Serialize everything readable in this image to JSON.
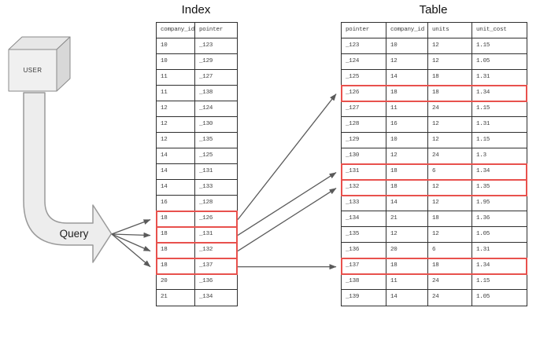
{
  "canvas": {
    "highlight_color": "#e8514d",
    "arrow_color": "#5a5a5a"
  },
  "user": {
    "label": "USER"
  },
  "query": {
    "label": "Query"
  },
  "index_table": {
    "title": "Index",
    "columns": [
      "company_id",
      "pointer"
    ],
    "rows": [
      {
        "cells": [
          "10",
          "_123"
        ],
        "highlight": false
      },
      {
        "cells": [
          "10",
          "_129"
        ],
        "highlight": false
      },
      {
        "cells": [
          "11",
          "_127"
        ],
        "highlight": false
      },
      {
        "cells": [
          "11",
          "_138"
        ],
        "highlight": false
      },
      {
        "cells": [
          "12",
          "_124"
        ],
        "highlight": false
      },
      {
        "cells": [
          "12",
          "_130"
        ],
        "highlight": false
      },
      {
        "cells": [
          "12",
          "_135"
        ],
        "highlight": false
      },
      {
        "cells": [
          "14",
          "_125"
        ],
        "highlight": false
      },
      {
        "cells": [
          "14",
          "_131"
        ],
        "highlight": false
      },
      {
        "cells": [
          "14",
          "_133"
        ],
        "highlight": false
      },
      {
        "cells": [
          "16",
          "_128"
        ],
        "highlight": false
      },
      {
        "cells": [
          "18",
          "_126"
        ],
        "highlight": true
      },
      {
        "cells": [
          "18",
          "_131"
        ],
        "highlight": true
      },
      {
        "cells": [
          "18",
          "_132"
        ],
        "highlight": true
      },
      {
        "cells": [
          "18",
          "_137"
        ],
        "highlight": true
      },
      {
        "cells": [
          "20",
          "_136"
        ],
        "highlight": false
      },
      {
        "cells": [
          "21",
          "_134"
        ],
        "highlight": false
      }
    ]
  },
  "data_table": {
    "title": "Table",
    "columns": [
      "pointer",
      "company_id",
      "units",
      "unit_cost"
    ],
    "rows": [
      {
        "cells": [
          "_123",
          "10",
          "12",
          "1.15"
        ],
        "highlight": false
      },
      {
        "cells": [
          "_124",
          "12",
          "12",
          "1.05"
        ],
        "highlight": false
      },
      {
        "cells": [
          "_125",
          "14",
          "18",
          "1.31"
        ],
        "highlight": false
      },
      {
        "cells": [
          "_126",
          "18",
          "18",
          "1.34"
        ],
        "highlight": true
      },
      {
        "cells": [
          "_127",
          "11",
          "24",
          "1.15"
        ],
        "highlight": false
      },
      {
        "cells": [
          "_128",
          "16",
          "12",
          "1.31"
        ],
        "highlight": false
      },
      {
        "cells": [
          "_129",
          "10",
          "12",
          "1.15"
        ],
        "highlight": false
      },
      {
        "cells": [
          "_130",
          "12",
          "24",
          "1.3"
        ],
        "highlight": false
      },
      {
        "cells": [
          "_131",
          "18",
          "6",
          "1.34"
        ],
        "highlight": true
      },
      {
        "cells": [
          "_132",
          "18",
          "12",
          "1.35"
        ],
        "highlight": true
      },
      {
        "cells": [
          "_133",
          "14",
          "12",
          "1.95"
        ],
        "highlight": false
      },
      {
        "cells": [
          "_134",
          "21",
          "18",
          "1.36"
        ],
        "highlight": false
      },
      {
        "cells": [
          "_135",
          "12",
          "12",
          "1.05"
        ],
        "highlight": false
      },
      {
        "cells": [
          "_136",
          "20",
          "6",
          "1.31"
        ],
        "highlight": false
      },
      {
        "cells": [
          "_137",
          "18",
          "18",
          "1.34"
        ],
        "highlight": true
      },
      {
        "cells": [
          "_138",
          "11",
          "24",
          "1.15"
        ],
        "highlight": false
      },
      {
        "cells": [
          "_139",
          "14",
          "24",
          "1.05"
        ],
        "highlight": false
      }
    ]
  }
}
